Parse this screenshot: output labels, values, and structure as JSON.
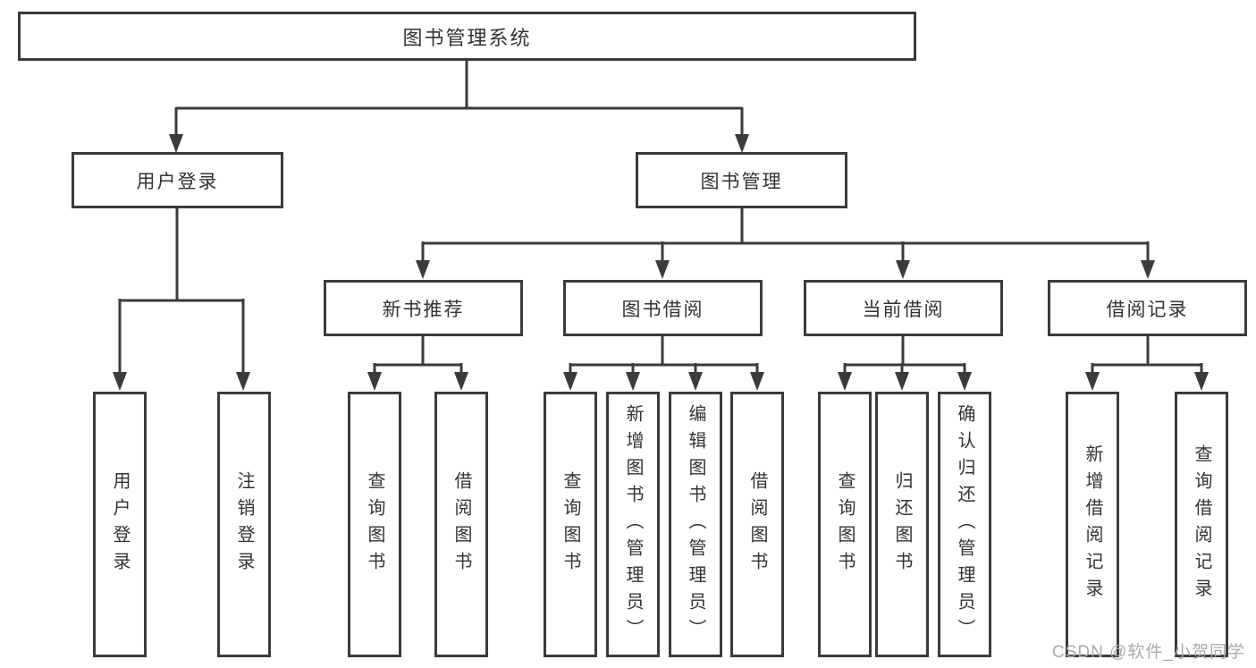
{
  "diagram": {
    "type": "hierarchy-tree",
    "title": "图书管理系统",
    "levels": 4,
    "hierarchy": {
      "图书管理系统": {
        "用户登录": [
          "用户登录",
          "注销登录"
        ],
        "图书管理": {
          "新书推荐": [
            "查询图书",
            "借阅图书"
          ],
          "图书借阅": [
            "查询图书",
            "新增图书（管理员）",
            "编辑图书（管理员）",
            "借阅图书"
          ],
          "当前借阅": [
            "查询图书",
            "归还图书",
            "确认归还（管理员）"
          ],
          "借阅记录": [
            "新增借阅记录",
            "查询借阅记录"
          ]
        }
      }
    }
  },
  "nodes": {
    "root": {
      "label": "图书管理系统"
    },
    "user_login": {
      "label": "用户登录"
    },
    "book_mgmt": {
      "label": "图书管理"
    },
    "new_book_rec": {
      "label": "新书推荐"
    },
    "book_borrow": {
      "label": "图书借阅"
    },
    "current_borrow": {
      "label": "当前借阅"
    },
    "borrow_records": {
      "label": "借阅记录"
    },
    "leaf_login": {
      "label": "用户登录"
    },
    "leaf_logout": {
      "label": "注销登录"
    },
    "rec_query_book": {
      "label": "查询图书"
    },
    "rec_borrow_book": {
      "label": "借阅图书"
    },
    "bor_query_book": {
      "label": "查询图书"
    },
    "bor_add_book": {
      "label": "新增图书（管理员）"
    },
    "bor_edit_book": {
      "label": "编辑图书（管理员）"
    },
    "bor_borrow_book": {
      "label": "借阅图书"
    },
    "cur_query_book": {
      "label": "查询图书"
    },
    "cur_return_book": {
      "label": "归还图书"
    },
    "cur_confirm_return": {
      "label": "确认归还（管理员）"
    },
    "brec_add_record": {
      "label": "新增借阅记录"
    },
    "brec_query_record": {
      "label": "查询借阅记录"
    }
  },
  "watermark": "CSDN @软件_小贺同学",
  "colors": {
    "line": "#3b3b3b",
    "text": "#333333",
    "background": "#ffffff",
    "watermark": "#ababab"
  }
}
